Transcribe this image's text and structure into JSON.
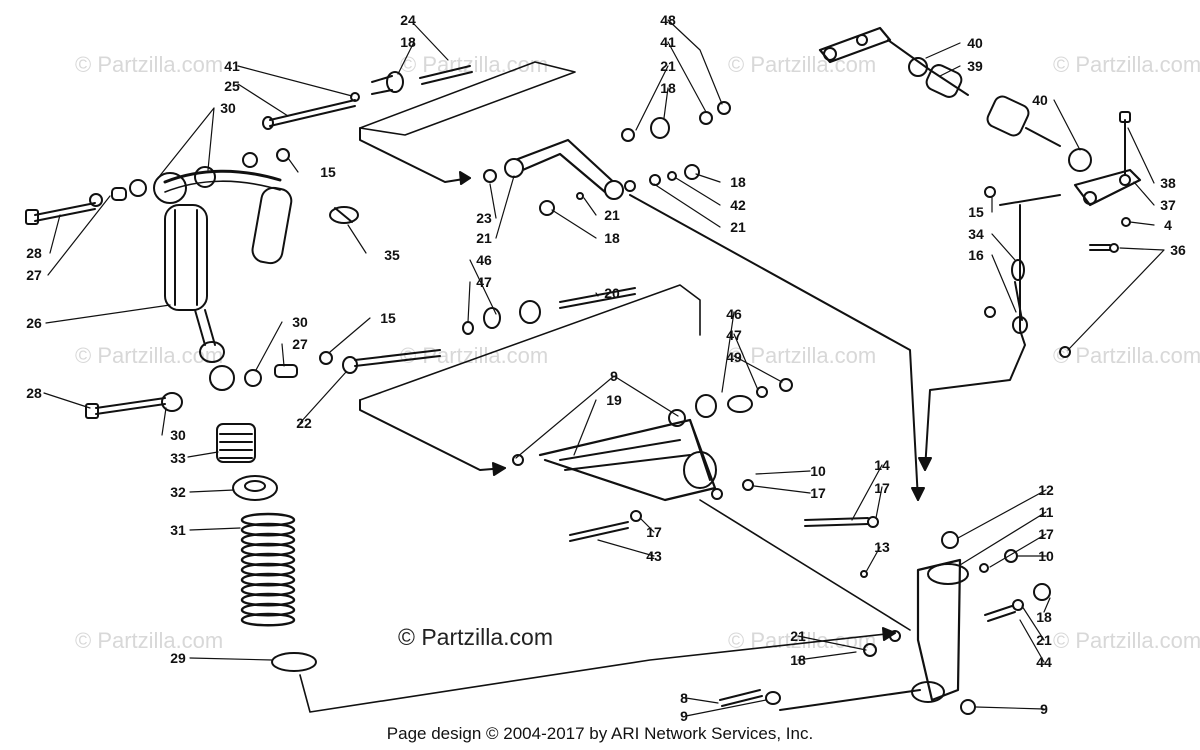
{
  "watermark": {
    "text": "© Partzilla.com"
  },
  "main_watermark": {
    "text": "© Partzilla.com"
  },
  "footer": {
    "text": "Page design © 2004-2017 by ARI Network Services, Inc."
  },
  "colors": {
    "ink": "#111111",
    "watermark": "#d8d8d8"
  },
  "callouts": [
    {
      "label": "24"
    },
    {
      "label": "18"
    },
    {
      "label": "41"
    },
    {
      "label": "25"
    },
    {
      "label": "30"
    },
    {
      "label": "15"
    },
    {
      "label": "28"
    },
    {
      "label": "27"
    },
    {
      "label": "35"
    },
    {
      "label": "26"
    },
    {
      "label": "30"
    },
    {
      "label": "27"
    },
    {
      "label": "15"
    },
    {
      "label": "28"
    },
    {
      "label": "22"
    },
    {
      "label": "30"
    },
    {
      "label": "33"
    },
    {
      "label": "32"
    },
    {
      "label": "31"
    },
    {
      "label": "29"
    },
    {
      "label": "48"
    },
    {
      "label": "41"
    },
    {
      "label": "21"
    },
    {
      "label": "18"
    },
    {
      "label": "18"
    },
    {
      "label": "21"
    },
    {
      "label": "42"
    },
    {
      "label": "21"
    },
    {
      "label": "23"
    },
    {
      "label": "21"
    },
    {
      "label": "18"
    },
    {
      "label": "46"
    },
    {
      "label": "20"
    },
    {
      "label": "47"
    },
    {
      "label": "40"
    },
    {
      "label": "39"
    },
    {
      "label": "40"
    },
    {
      "label": "38"
    },
    {
      "label": "37"
    },
    {
      "label": "4"
    },
    {
      "label": "15"
    },
    {
      "label": "34"
    },
    {
      "label": "16"
    },
    {
      "label": "36"
    },
    {
      "label": "46"
    },
    {
      "label": "47"
    },
    {
      "label": "49"
    },
    {
      "label": "9"
    },
    {
      "label": "19"
    },
    {
      "label": "10"
    },
    {
      "label": "17"
    },
    {
      "label": "14"
    },
    {
      "label": "17"
    },
    {
      "label": "12"
    },
    {
      "label": "11"
    },
    {
      "label": "17"
    },
    {
      "label": "10"
    },
    {
      "label": "13"
    },
    {
      "label": "17"
    },
    {
      "label": "43"
    },
    {
      "label": "18"
    },
    {
      "label": "21"
    },
    {
      "label": "44"
    },
    {
      "label": "21"
    },
    {
      "label": "18"
    },
    {
      "label": "8"
    },
    {
      "label": "9"
    },
    {
      "label": "9"
    }
  ]
}
